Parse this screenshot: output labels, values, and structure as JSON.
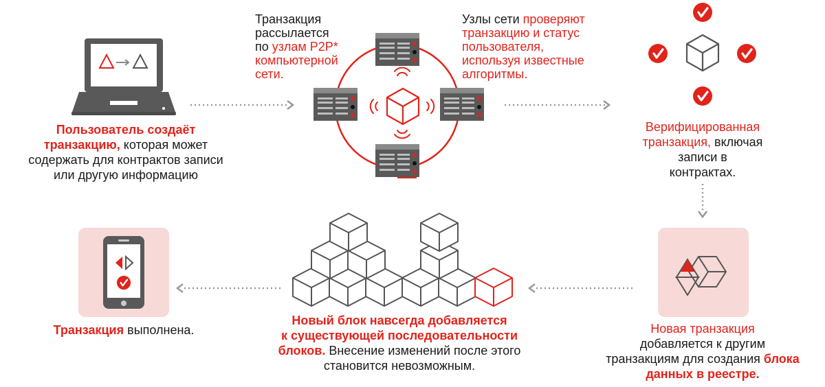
{
  "colors": {
    "accent": "#e0241b",
    "dark": "#555555",
    "device": "#595959",
    "panel": "#f7d9d7",
    "arrow": "#999999"
  },
  "icons": {
    "laptop": "laptop-icon",
    "server": "server-icon",
    "cube": "cube-icon",
    "check": "check-circle-icon",
    "phone": "smartphone-icon",
    "blocks": "blockchain-blocks-icon",
    "merge": "merge-blocks-icon"
  },
  "laptop_screen_symbol": "△→△",
  "step1": {
    "line1_red": "Пользователь создаёт",
    "line2_red": "транзакцию,",
    "line2_rest": " которая может",
    "line3": "содержать для контрактов записи",
    "line4": "или другую информацию"
  },
  "step2": {
    "line1": "Транзакция",
    "line2": "рассылается",
    "line3_pre": "по ",
    "line3_red": "узлам P2P*",
    "line4_red": "компьютерной",
    "line5_red": "сети."
  },
  "step3": {
    "line1_pre": "Узлы сети ",
    "line1_red": "проверяют",
    "line2_red": "транзакцию и статус",
    "line3_red": "пользователя,",
    "line4_red": "используя известные",
    "line5_red": "алгоритмы."
  },
  "step4": {
    "line1_red": "Верифицированная",
    "line2_red": "транзакция,",
    "line2_rest": " включая",
    "line3": "записи в",
    "line4": "контрактах."
  },
  "step5": {
    "line1_red": "Новая транзакция",
    "line2": "добавляется к другим",
    "line3_pre": "транзакциям для создания ",
    "line3_red": "блока",
    "line4_red": "данных в реестре."
  },
  "step6": {
    "line1": "Новый блок навсегда добавляется",
    "line2": "к существующей последовательности",
    "line3_red": "блоков.",
    "line3_rest": " Внесение изменений после этого",
    "line4": "становится невозможным."
  },
  "step7": {
    "line1_red": "Транзакция",
    "line1_rest": " выполнена."
  }
}
